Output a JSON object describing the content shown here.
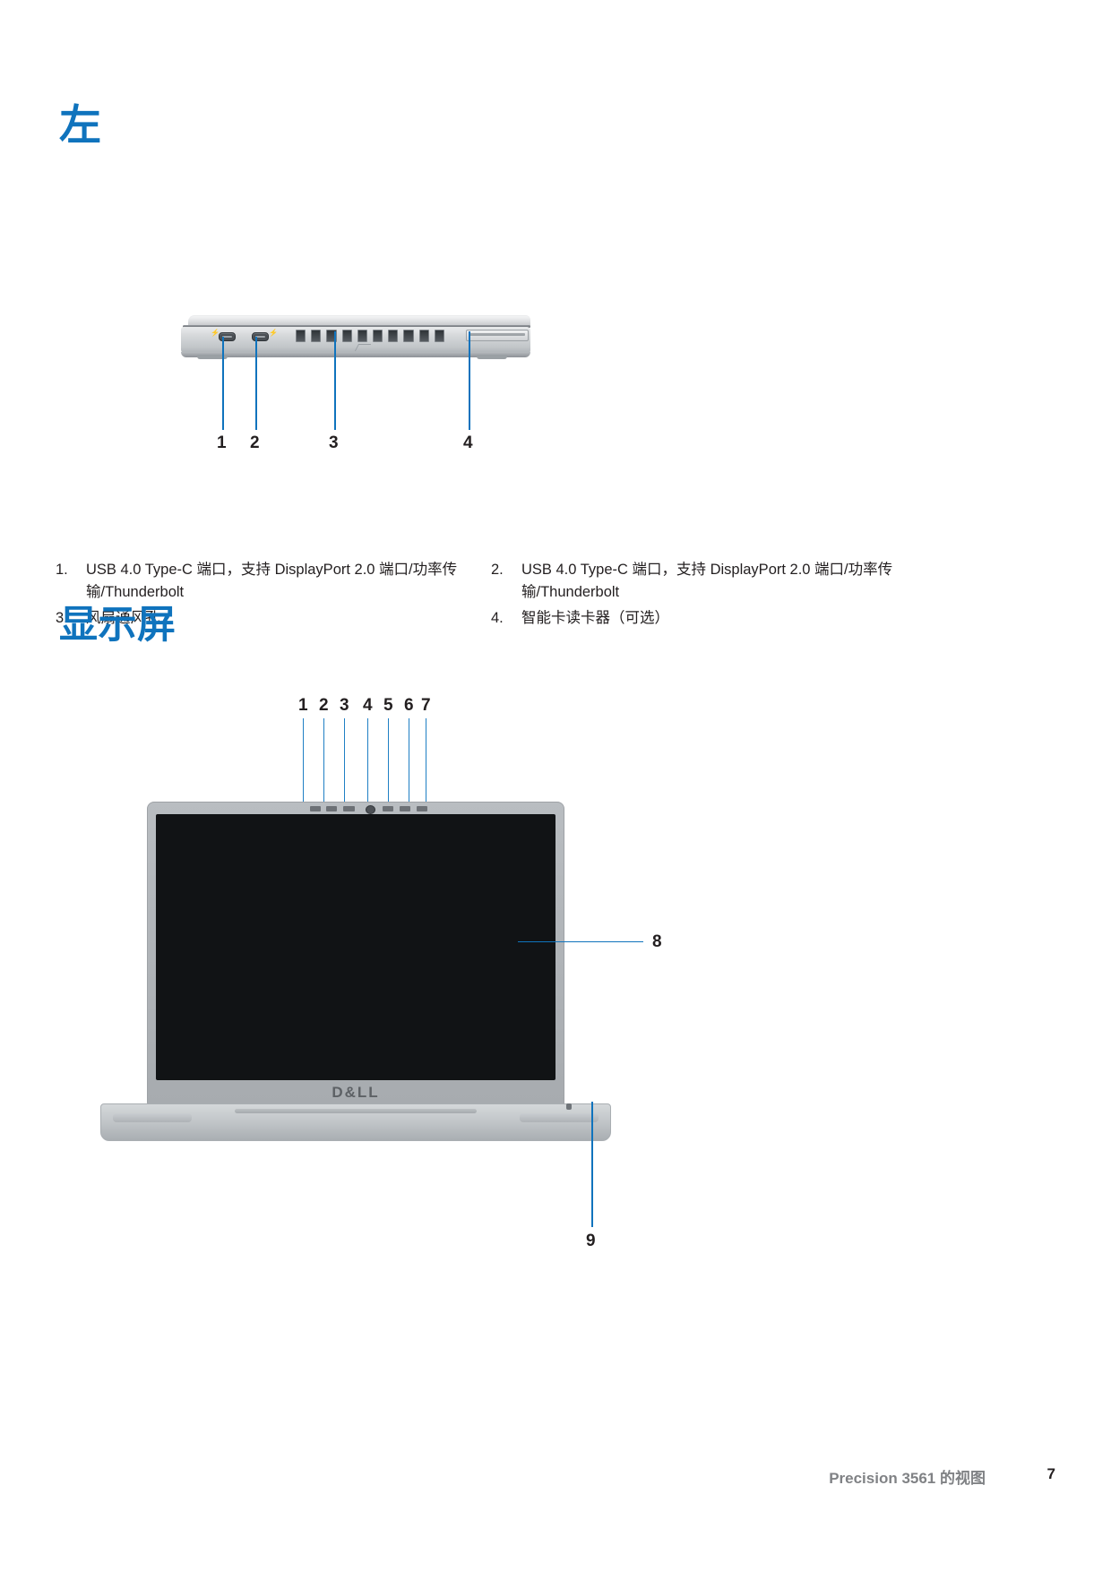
{
  "document": {
    "headings": {
      "left": "左",
      "display": "显示屏"
    },
    "footer": {
      "title": "Precision 3561 的视图",
      "page": "7"
    }
  },
  "side_figure": {
    "name": "left-side-view",
    "callouts": [
      {
        "id": "1",
        "label": "1"
      },
      {
        "id": "2",
        "label": "2"
      },
      {
        "id": "3",
        "label": "3"
      },
      {
        "id": "4",
        "label": "4"
      }
    ],
    "port_marks": {
      "left": "⚡",
      "right": "⚡"
    }
  },
  "side_list": {
    "left_column": [
      {
        "num": "1.",
        "text": "USB 4.0 Type-C 端口，支持 DisplayPort 2.0 端口/功率传输/Thunderbolt"
      },
      {
        "num": "3.",
        "text": "风扇通风孔"
      }
    ],
    "right_column": [
      {
        "num": "2.",
        "text": "USB 4.0 Type-C 端口，支持 DisplayPort 2.0 端口/功率传输/Thunderbolt"
      },
      {
        "num": "4.",
        "text": "智能卡读卡器（可选）"
      }
    ]
  },
  "display_figure": {
    "name": "display-view",
    "top_callouts": [
      {
        "label": "1"
      },
      {
        "label": "2"
      },
      {
        "label": "3"
      },
      {
        "label": "4"
      },
      {
        "label": "5"
      },
      {
        "label": "6"
      },
      {
        "label": "7"
      }
    ],
    "right_callout": {
      "label": "8"
    },
    "bottom_callout": {
      "label": "9"
    },
    "brand": "D&LL"
  },
  "colors": {
    "heading_blue": "#0f73bd",
    "leader_blue": "#0f73bd",
    "body_text": "#231f20",
    "footer_gray": "#808285"
  }
}
